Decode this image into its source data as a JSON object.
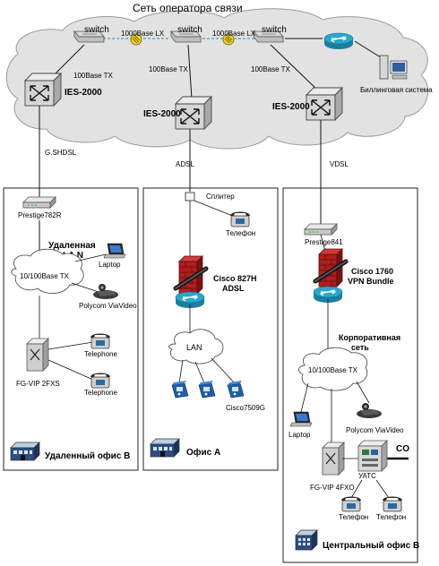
{
  "title": "Сеть оператора связи",
  "colors": {
    "cloud": "#e2e2e2",
    "cloud_stroke": "#9a9a9a",
    "switch_blue": "#1f9fc0",
    "lxlink": "#2ea8d8",
    "firewall": "#b01e1e",
    "lock": "#f2d422"
  },
  "core": {
    "switch_label_1": "switch",
    "switch_label_2": "switch",
    "switch_label_3": "switch",
    "lx_label_1": "1000Base LX",
    "lx_label_2": "1000Base LX",
    "tx_label_1": "100Base TX",
    "tx_label_2": "100Base TX",
    "tx_label_3": "100Base TX",
    "ies_left": "IES-2000",
    "ies_mid": "IES-2000",
    "ies_right": "IES-2000",
    "billing": "Биллинговая система"
  },
  "links": {
    "left": "G.SHDSL",
    "mid": "ADSL",
    "right": "VDSL"
  },
  "office_b": {
    "modem": "Prestige782R",
    "lan_label_1": "Удаленная",
    "lan_label_2": "LA N",
    "cloud": "10/100Base TX",
    "laptop": "Laptop",
    "polycom": "Polycom ViaVideo",
    "gateway": "FG-VIP 2FXS",
    "phone_1": "Telephone",
    "phone_2": "Telephone",
    "name": "Удаленный офис В"
  },
  "office_a": {
    "splitter": "Сплитер",
    "phone": "Телефон",
    "router_1": "Cisco 827H",
    "router_2": "ADSL",
    "lan": "LAN",
    "ip_phone": "Cisco7509G",
    "name": "Офис А"
  },
  "office_c": {
    "modem": "Prestige841",
    "router_1": "Cisco 1760",
    "router_2": "VPN Bundle",
    "corp_1": "Корпоративная",
    "corp_2": "сеть",
    "cloud": "10/100Base TX",
    "laptop": "Laptop",
    "polycom": "Polycom ViaVideo",
    "co": "CO",
    "gateway": "FG-VIP 4FXO",
    "pbx": "УАТС",
    "phone_1": "Телефон",
    "phone_2": "Телефон",
    "name": "Центральный офис В"
  }
}
